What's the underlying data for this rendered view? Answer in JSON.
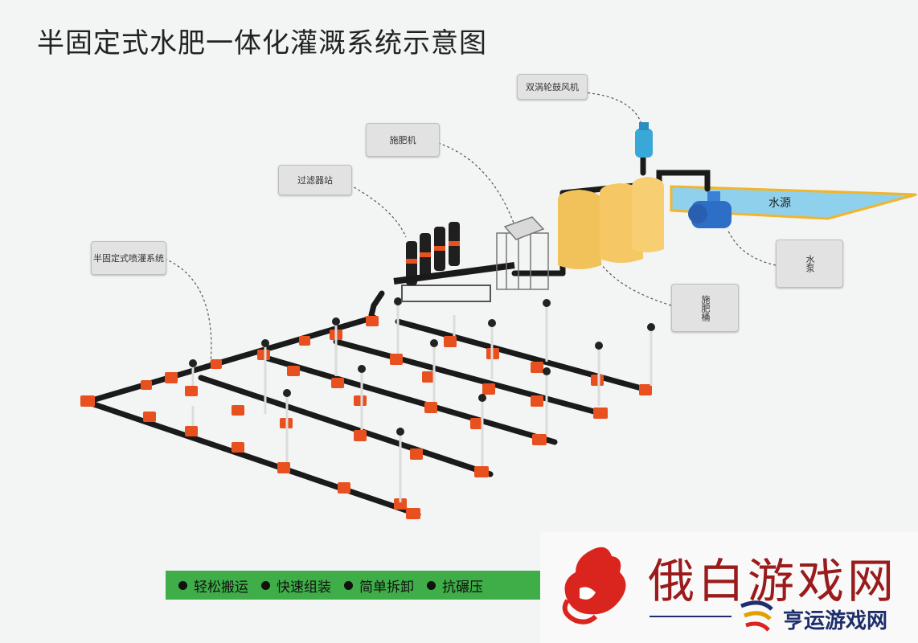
{
  "title": "半固定式水肥一体化灌溉系统示意图",
  "callouts": {
    "blower": "双涡轮鼓风机",
    "fertilizer_machine": "施肥机",
    "filter_station": "过滤器站",
    "sprinkler_system": "半固定式喷灌系统",
    "water_pump": "水泵",
    "fertilizer_tank": "施肥桶"
  },
  "water_source_label": "水源",
  "features": [
    "轻松搬运",
    "快速组装",
    "简单拆卸",
    "抗碾压"
  ],
  "watermark": {
    "main": "俄白游戏网",
    "sub": "亨运游戏网"
  },
  "colors": {
    "pipe": "#1a1a1a",
    "fitting": "#e8501f",
    "tank": "#f2c25a",
    "water": "#8fd1ec",
    "feature_bar": "#3fae49",
    "watermark_red": "#9a1b1b"
  }
}
